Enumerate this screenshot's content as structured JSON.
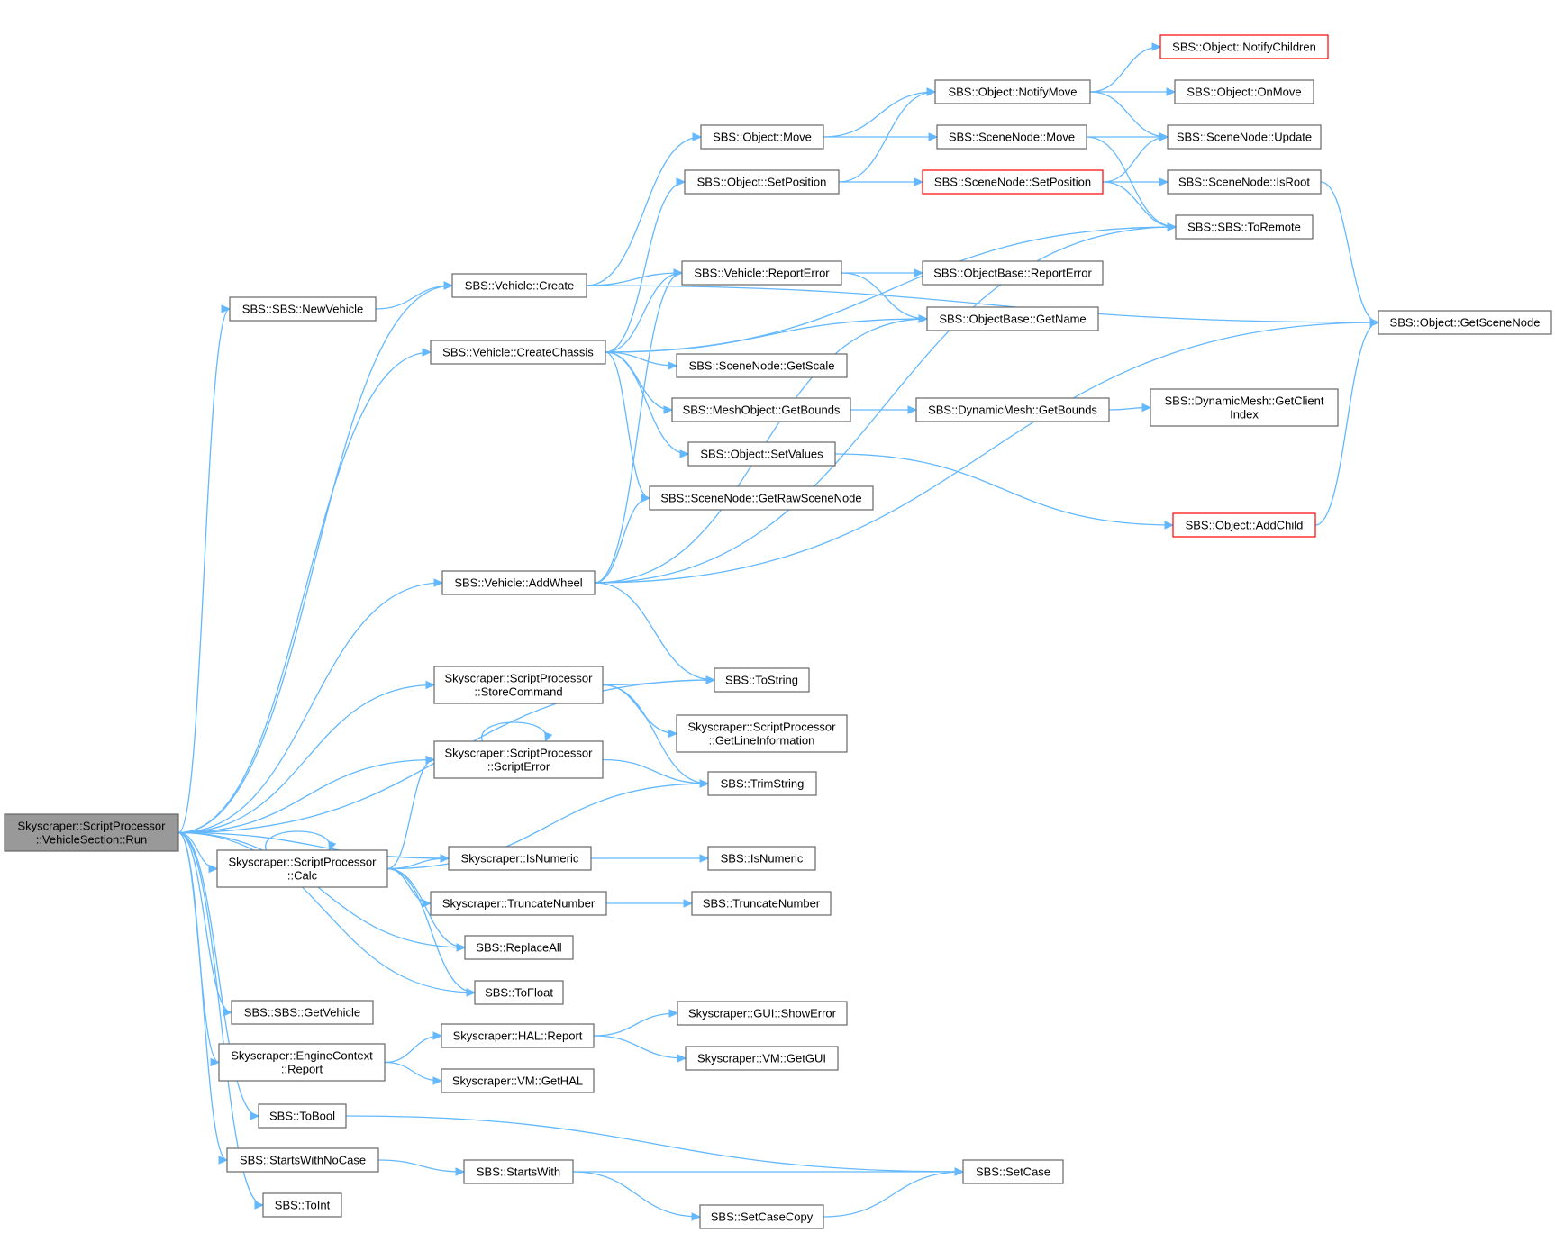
{
  "nodes": [
    {
      "id": "run",
      "lines": [
        "Skyscraper::ScriptProcessor",
        "::VehicleSection::Run"
      ],
      "style": "root"
    },
    {
      "id": "newVehicle",
      "lines": [
        "SBS::SBS::NewVehicle"
      ]
    },
    {
      "id": "vehCreate",
      "lines": [
        "SBS::Vehicle::Create"
      ]
    },
    {
      "id": "createChassis",
      "lines": [
        "SBS::Vehicle::CreateChassis"
      ]
    },
    {
      "id": "addWheel",
      "lines": [
        "SBS::Vehicle::AddWheel"
      ]
    },
    {
      "id": "storeCommand",
      "lines": [
        "Skyscraper::ScriptProcessor",
        "::StoreCommand"
      ]
    },
    {
      "id": "scriptError",
      "lines": [
        "Skyscraper::ScriptProcessor",
        "::ScriptError"
      ]
    },
    {
      "id": "calc",
      "lines": [
        "Skyscraper::ScriptProcessor",
        "::Calc"
      ]
    },
    {
      "id": "skyIsNumeric",
      "lines": [
        "Skyscraper::IsNumeric"
      ]
    },
    {
      "id": "skyTruncate",
      "lines": [
        "Skyscraper::TruncateNumber"
      ]
    },
    {
      "id": "replaceAll",
      "lines": [
        "SBS::ReplaceAll"
      ]
    },
    {
      "id": "toFloat",
      "lines": [
        "SBS::ToFloat"
      ]
    },
    {
      "id": "getVehicle",
      "lines": [
        "SBS::SBS::GetVehicle"
      ]
    },
    {
      "id": "engineReport",
      "lines": [
        "Skyscraper::EngineContext",
        "::Report"
      ]
    },
    {
      "id": "halReport",
      "lines": [
        "Skyscraper::HAL::Report"
      ]
    },
    {
      "id": "vmGetHAL",
      "lines": [
        "Skyscraper::VM::GetHAL"
      ]
    },
    {
      "id": "guiShowError",
      "lines": [
        "Skyscraper::GUI::ShowError"
      ]
    },
    {
      "id": "vmGetGUI",
      "lines": [
        "Skyscraper::VM::GetGUI"
      ]
    },
    {
      "id": "toBool",
      "lines": [
        "SBS::ToBool"
      ]
    },
    {
      "id": "startsWithNoCase",
      "lines": [
        "SBS::StartsWithNoCase"
      ]
    },
    {
      "id": "startsWith",
      "lines": [
        "SBS::StartsWith"
      ]
    },
    {
      "id": "setCase",
      "lines": [
        "SBS::SetCase"
      ]
    },
    {
      "id": "setCaseCopy",
      "lines": [
        "SBS::SetCaseCopy"
      ]
    },
    {
      "id": "toInt",
      "lines": [
        "SBS::ToInt"
      ]
    },
    {
      "id": "objMove",
      "lines": [
        "SBS::Object::Move"
      ]
    },
    {
      "id": "objSetPosition",
      "lines": [
        "SBS::Object::SetPosition"
      ]
    },
    {
      "id": "vehReportError",
      "lines": [
        "SBS::Vehicle::ReportError"
      ]
    },
    {
      "id": "sceneGetScale",
      "lines": [
        "SBS::SceneNode::GetScale"
      ]
    },
    {
      "id": "meshGetBounds",
      "lines": [
        "SBS::MeshObject::GetBounds"
      ]
    },
    {
      "id": "objSetValues",
      "lines": [
        "SBS::Object::SetValues"
      ]
    },
    {
      "id": "sceneGetRaw",
      "lines": [
        "SBS::SceneNode::GetRawSceneNode"
      ]
    },
    {
      "id": "toString",
      "lines": [
        "SBS::ToString"
      ]
    },
    {
      "id": "getLineInfo",
      "lines": [
        "Skyscraper::ScriptProcessor",
        "::GetLineInformation"
      ]
    },
    {
      "id": "trimString",
      "lines": [
        "SBS::TrimString"
      ]
    },
    {
      "id": "sbsIsNumeric",
      "lines": [
        "SBS::IsNumeric"
      ]
    },
    {
      "id": "sbsTruncate",
      "lines": [
        "SBS::TruncateNumber"
      ]
    },
    {
      "id": "objNotifyMove",
      "lines": [
        "SBS::Object::NotifyMove"
      ]
    },
    {
      "id": "sceneMove",
      "lines": [
        "SBS::SceneNode::Move"
      ]
    },
    {
      "id": "sceneSetPosition",
      "lines": [
        "SBS::SceneNode::SetPosition"
      ],
      "style": "red"
    },
    {
      "id": "objBaseReportError",
      "lines": [
        "SBS::ObjectBase::ReportError"
      ]
    },
    {
      "id": "objBaseGetName",
      "lines": [
        "SBS::ObjectBase::GetName"
      ]
    },
    {
      "id": "dynGetBounds",
      "lines": [
        "SBS::DynamicMesh::GetBounds"
      ]
    },
    {
      "id": "objNotifyChildren",
      "lines": [
        "SBS::Object::NotifyChildren"
      ],
      "style": "red"
    },
    {
      "id": "objOnMove",
      "lines": [
        "SBS::Object::OnMove"
      ]
    },
    {
      "id": "sceneUpdate",
      "lines": [
        "SBS::SceneNode::Update"
      ]
    },
    {
      "id": "sceneIsRoot",
      "lines": [
        "SBS::SceneNode::IsRoot"
      ]
    },
    {
      "id": "toRemote",
      "lines": [
        "SBS::SBS::ToRemote"
      ]
    },
    {
      "id": "dynGetClientIndex",
      "lines": [
        "SBS::DynamicMesh::GetClient",
        "Index"
      ]
    },
    {
      "id": "objAddChild",
      "lines": [
        "SBS::Object::AddChild"
      ],
      "style": "red"
    },
    {
      "id": "objGetSceneNode",
      "lines": [
        "SBS::Object::GetSceneNode"
      ]
    }
  ],
  "edges": [
    [
      "run",
      "newVehicle"
    ],
    [
      "run",
      "vehCreate"
    ],
    [
      "run",
      "createChassis"
    ],
    [
      "run",
      "addWheel"
    ],
    [
      "run",
      "toString"
    ],
    [
      "run",
      "storeCommand"
    ],
    [
      "run",
      "scriptError"
    ],
    [
      "run",
      "skyIsNumeric"
    ],
    [
      "run",
      "calc"
    ],
    [
      "run",
      "replaceAll"
    ],
    [
      "run",
      "toFloat"
    ],
    [
      "run",
      "getVehicle"
    ],
    [
      "run",
      "engineReport"
    ],
    [
      "run",
      "toBool"
    ],
    [
      "run",
      "startsWithNoCase"
    ],
    [
      "run",
      "toInt"
    ],
    [
      "newVehicle",
      "vehCreate"
    ],
    [
      "vehCreate",
      "objMove"
    ],
    [
      "vehCreate",
      "vehReportError"
    ],
    [
      "vehCreate",
      "objGetSceneNode"
    ],
    [
      "createChassis",
      "objSetPosition"
    ],
    [
      "createChassis",
      "vehReportError"
    ],
    [
      "createChassis",
      "toRemote"
    ],
    [
      "createChassis",
      "objBaseGetName"
    ],
    [
      "createChassis",
      "sceneGetScale"
    ],
    [
      "createChassis",
      "meshGetBounds"
    ],
    [
      "createChassis",
      "objSetValues"
    ],
    [
      "createChassis",
      "sceneGetRaw"
    ],
    [
      "addWheel",
      "vehReportError"
    ],
    [
      "addWheel",
      "sceneGetRaw"
    ],
    [
      "addWheel",
      "objBaseGetName"
    ],
    [
      "addWheel",
      "toRemote"
    ],
    [
      "addWheel",
      "objGetSceneNode"
    ],
    [
      "addWheel",
      "toString"
    ],
    [
      "storeCommand",
      "toString"
    ],
    [
      "storeCommand",
      "getLineInfo"
    ],
    [
      "storeCommand",
      "trimString"
    ],
    [
      "scriptError",
      "scriptError"
    ],
    [
      "scriptError",
      "trimString"
    ],
    [
      "calc",
      "calc"
    ],
    [
      "calc",
      "scriptError"
    ],
    [
      "calc",
      "trimString"
    ],
    [
      "calc",
      "skyIsNumeric"
    ],
    [
      "calc",
      "skyTruncate"
    ],
    [
      "calc",
      "replaceAll"
    ],
    [
      "calc",
      "toFloat"
    ],
    [
      "skyIsNumeric",
      "sbsIsNumeric"
    ],
    [
      "skyTruncate",
      "sbsTruncate"
    ],
    [
      "engineReport",
      "halReport"
    ],
    [
      "engineReport",
      "vmGetHAL"
    ],
    [
      "halReport",
      "guiShowError"
    ],
    [
      "halReport",
      "vmGetGUI"
    ],
    [
      "toBool",
      "setCase"
    ],
    [
      "startsWithNoCase",
      "startsWith"
    ],
    [
      "startsWith",
      "setCase"
    ],
    [
      "startsWith",
      "setCaseCopy"
    ],
    [
      "setCaseCopy",
      "setCase"
    ],
    [
      "objMove",
      "objNotifyMove"
    ],
    [
      "objMove",
      "sceneMove"
    ],
    [
      "objSetPosition",
      "objNotifyMove"
    ],
    [
      "objSetPosition",
      "sceneSetPosition"
    ],
    [
      "vehReportError",
      "objBaseReportError"
    ],
    [
      "vehReportError",
      "objBaseGetName"
    ],
    [
      "meshGetBounds",
      "dynGetBounds"
    ],
    [
      "dynGetBounds",
      "dynGetClientIndex"
    ],
    [
      "objSetValues",
      "objAddChild"
    ],
    [
      "objNotifyMove",
      "objNotifyChildren"
    ],
    [
      "objNotifyMove",
      "objOnMove"
    ],
    [
      "objNotifyMove",
      "sceneUpdate"
    ],
    [
      "sceneMove",
      "sceneUpdate"
    ],
    [
      "sceneMove",
      "toRemote"
    ],
    [
      "sceneSetPosition",
      "sceneUpdate"
    ],
    [
      "sceneSetPosition",
      "sceneIsRoot"
    ],
    [
      "sceneSetPosition",
      "toRemote"
    ],
    [
      "sceneIsRoot",
      "objGetSceneNode"
    ],
    [
      "objAddChild",
      "objGetSceneNode"
    ]
  ]
}
